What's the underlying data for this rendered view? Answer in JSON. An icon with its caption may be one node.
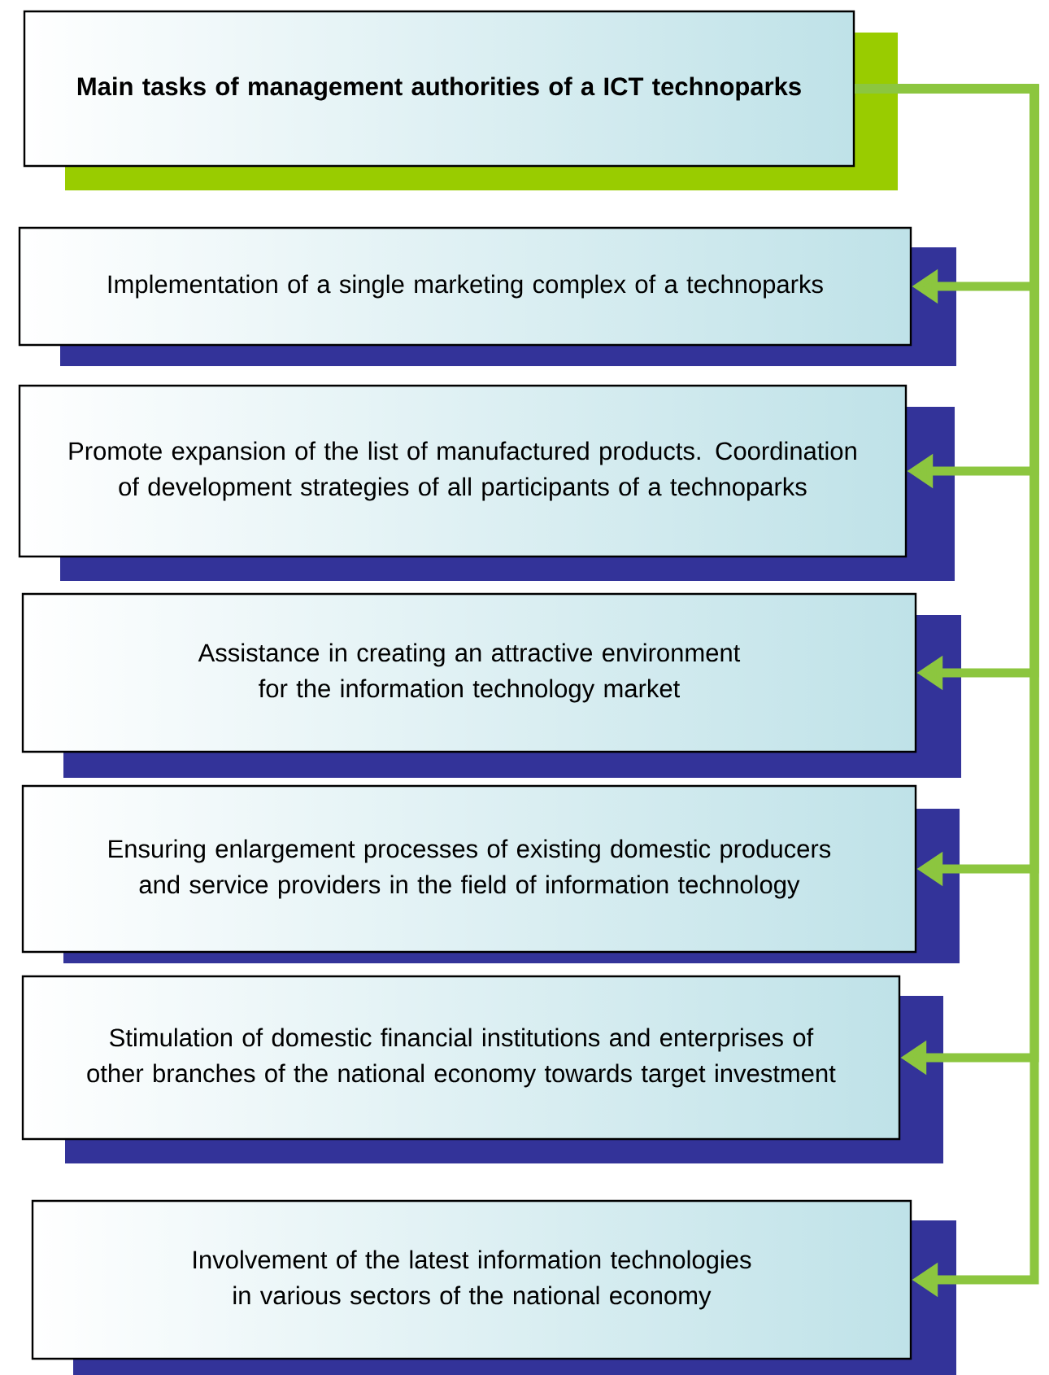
{
  "diagram": {
    "nodes": [
      {
        "text": [
          "Main tasks of management authorities of a ICT technoparks"
        ]
      },
      {
        "text": [
          "Implementation of a single marketing complex of a technoparks"
        ]
      },
      {
        "text": [
          "Promote expansion of the list of manufactured products. Coordination of development strategies of all participants of a technoparks"
        ]
      },
      {
        "text": [
          "Assistance in creating an attractive environment for the information technology market"
        ]
      },
      {
        "text": [
          "Ensuring enlargement processes of existing domestic producers and service providers in the field of information technology"
        ]
      },
      {
        "text": [
          "Stimulation of domestic financial institutions and enterprises of other branches of the national economy towards target investment"
        ]
      },
      {
        "text": [
          "Involvement of the latest information technologies in various sectors of the national economy"
        ]
      }
    ],
    "edges": [
      {
        "from": 0,
        "to": 1,
        "arrow": "to"
      },
      {
        "from": 0,
        "to": 2,
        "arrow": "to"
      },
      {
        "from": 0,
        "to": 3,
        "arrow": "to"
      },
      {
        "from": 0,
        "to": 4,
        "arrow": "to"
      },
      {
        "from": 0,
        "to": 5,
        "arrow": "to"
      },
      {
        "from": 0,
        "to": 6,
        "arrow": "to"
      }
    ]
  }
}
